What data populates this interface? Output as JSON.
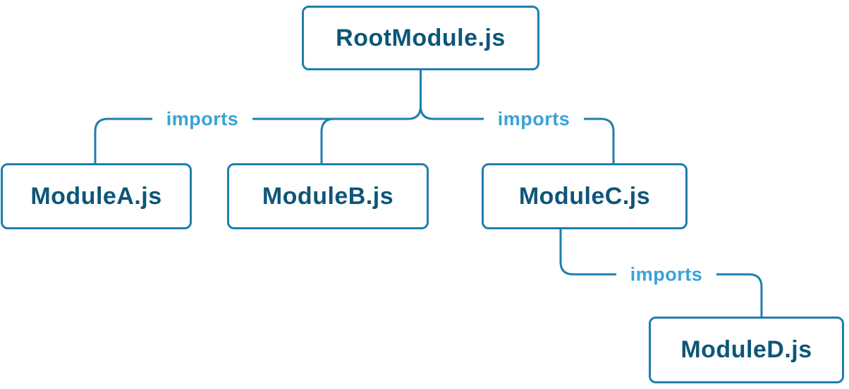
{
  "diagram": {
    "title": "module-import-dependency-tree",
    "nodes": [
      {
        "id": "root",
        "label": "RootModule.js"
      },
      {
        "id": "a",
        "label": "ModuleA.js"
      },
      {
        "id": "b",
        "label": "ModuleB.js"
      },
      {
        "id": "c",
        "label": "ModuleC.js"
      },
      {
        "id": "d",
        "label": "ModuleD.js"
      }
    ],
    "edges": [
      {
        "from": "RootModule.js",
        "to": "ModuleA.js",
        "label": "imports"
      },
      {
        "from": "RootModule.js",
        "to": "ModuleB.js",
        "label": ""
      },
      {
        "from": "RootModule.js",
        "to": "ModuleC.js",
        "label": "imports"
      },
      {
        "from": "ModuleC.js",
        "to": "ModuleD.js",
        "label": "imports"
      }
    ],
    "edge_labels": [
      {
        "id": "imports-left",
        "label": "imports"
      },
      {
        "id": "imports-right",
        "label": "imports"
      },
      {
        "id": "imports-c-d",
        "label": "imports"
      }
    ],
    "colors": {
      "line": "#1d7fad",
      "node_border": "#1d7fad",
      "node_background": "#ffffff",
      "node_text": "#0e5678",
      "edge_label_text": "#3aa2d9"
    }
  }
}
